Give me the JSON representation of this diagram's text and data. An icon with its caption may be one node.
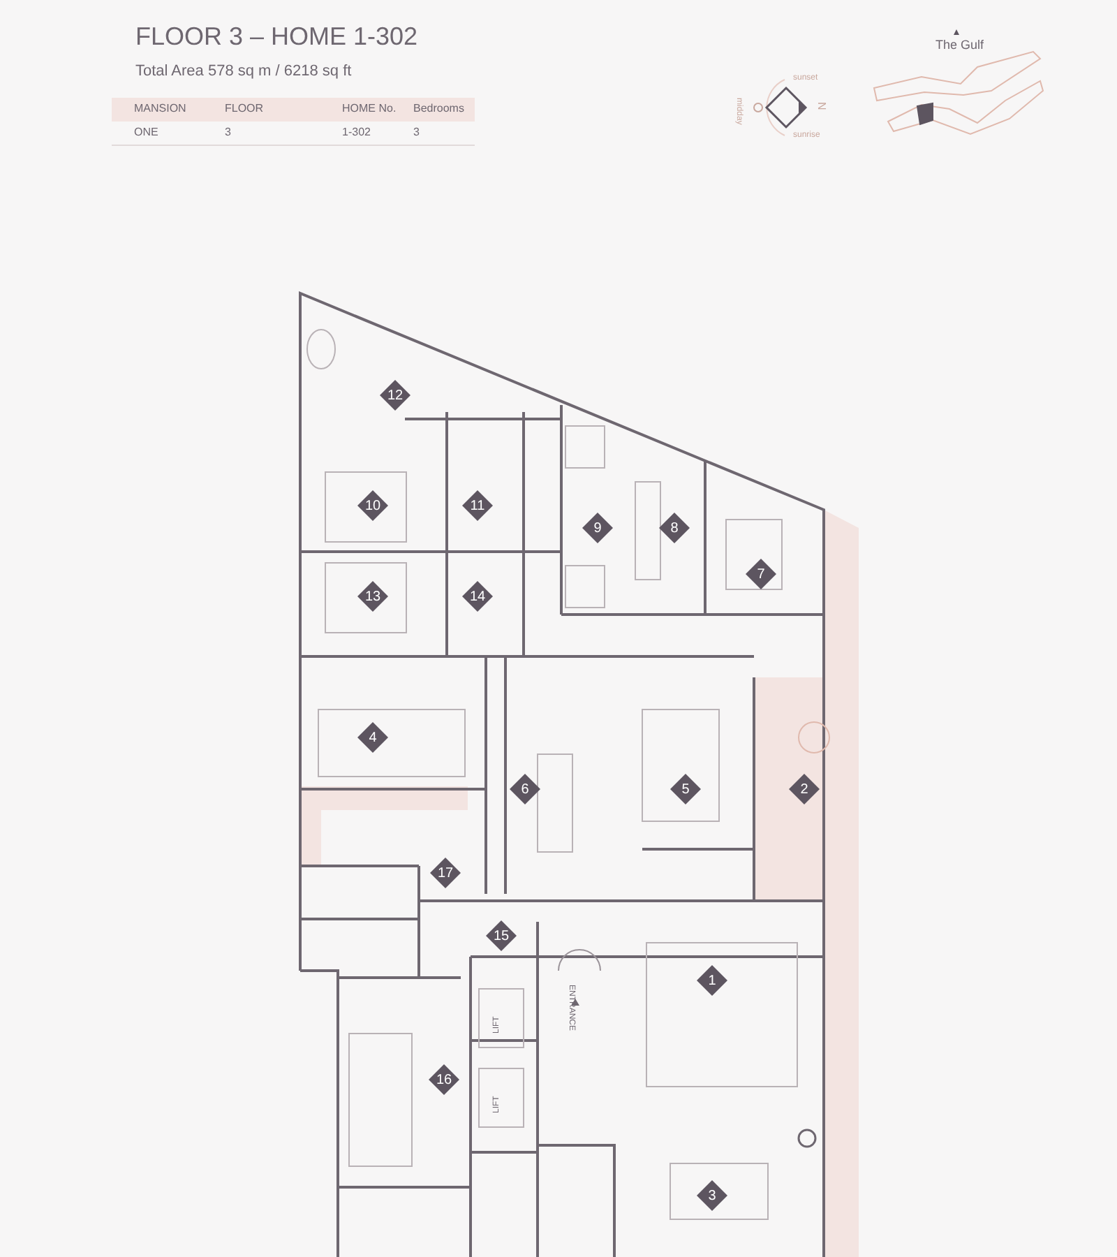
{
  "diagram": {
    "title": "FLOOR 3 – HOME 1-302",
    "labels": [
      "Total Area 578 sq m / 6218 sq ft",
      "MANSION",
      "FLOOR",
      "HOME No.",
      "Bedrooms",
      "ONE",
      "3",
      "1-302",
      "3",
      "The Gulf",
      "sunset",
      "midday",
      "N",
      "sunrise",
      "12",
      "10",
      "11",
      "9",
      "8",
      "7",
      "13",
      "14",
      "4",
      "6",
      "5",
      "2",
      "17",
      "15",
      "1",
      "ENTRANCE",
      "LIFT",
      "16",
      "LIFT",
      "3"
    ]
  }
}
